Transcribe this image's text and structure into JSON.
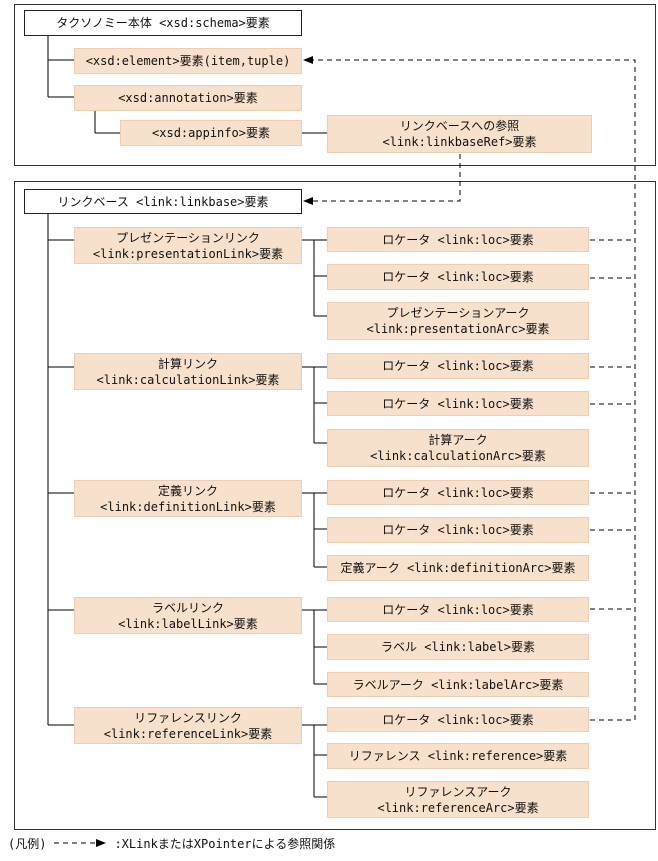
{
  "schema": {
    "root": "タクソノミー本体 <xsd:schema>要素",
    "element": "<xsd:element>要素(item,tuple)",
    "annotation": "<xsd:annotation>要素",
    "appinfo": "<xsd:appinfo>要素",
    "linkbaseRef": [
      "リンクベースへの参照",
      "<link:linkbaseRef>要素"
    ]
  },
  "linkbase": {
    "root": "リンクベース <link:linkbase>要素",
    "presentation": {
      "link": [
        "プレゼンテーションリンク",
        "<link:presentationLink>要素"
      ],
      "loc1": "ロケータ <link:loc>要素",
      "loc2": "ロケータ <link:loc>要素",
      "arc": [
        "プレゼンテーションアーク",
        "<link:presentationArc>要素"
      ]
    },
    "calculation": {
      "link": [
        "計算リンク",
        "<link:calculationLink>要素"
      ],
      "loc1": "ロケータ <link:loc>要素",
      "loc2": "ロケータ <link:loc>要素",
      "arc": [
        "計算アーク",
        "<link:calculationArc>要素"
      ]
    },
    "definition": {
      "link": [
        "定義リンク",
        "<link:definitionLink>要素"
      ],
      "loc1": "ロケータ <link:loc>要素",
      "loc2": "ロケータ <link:loc>要素",
      "arc": "定義アーク <link:definitionArc>要素"
    },
    "label": {
      "link": [
        "ラベルリンク",
        "<link:labelLink>要素"
      ],
      "loc1": "ロケータ <link:loc>要素",
      "resource": "ラベル <link:label>要素",
      "arc": "ラベルアーク <link:labelArc>要素"
    },
    "reference": {
      "link": [
        "リファレンスリンク",
        "<link:referenceLink>要素"
      ],
      "loc1": "ロケータ <link:loc>要素",
      "resource": "リファレンス <link:reference>要素",
      "arc": [
        "リファレンスアーク",
        "<link:referenceArc>要素"
      ]
    }
  },
  "legend": {
    "prefix": "(凡例)",
    "text": ":XLinkまたはXPointerによる参照関係"
  }
}
